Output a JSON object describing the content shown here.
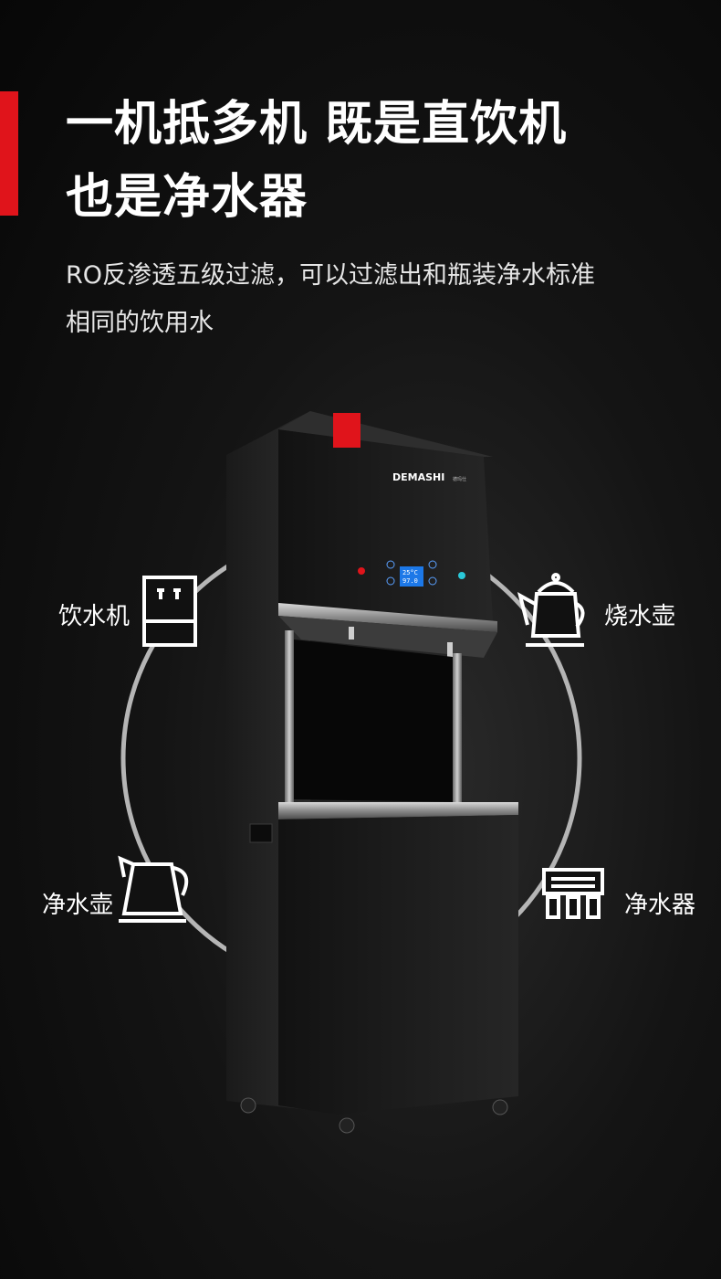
{
  "headline": {
    "line1": "一机抵多机 既是直饮机",
    "line2": "也是净水器"
  },
  "subtitle": {
    "line1": "RO反渗透五级过滤，可以过滤出和瓶装净水标准",
    "line2": "相同的饮用水"
  },
  "features": [
    {
      "label": "饮水机",
      "icon": "water-dispenser-icon"
    },
    {
      "label": "烧水壶",
      "icon": "kettle-icon"
    },
    {
      "label": "净水壶",
      "icon": "electric-kettle-icon"
    },
    {
      "label": "净水器",
      "icon": "water-purifier-icon"
    }
  ],
  "product": {
    "brand": "DEMASHI",
    "brand_cn": "德玛仕",
    "lcd_line1": "25°C",
    "lcd_line2": "97.0"
  },
  "colors": {
    "accent": "#e0141b",
    "background": "#111111"
  }
}
